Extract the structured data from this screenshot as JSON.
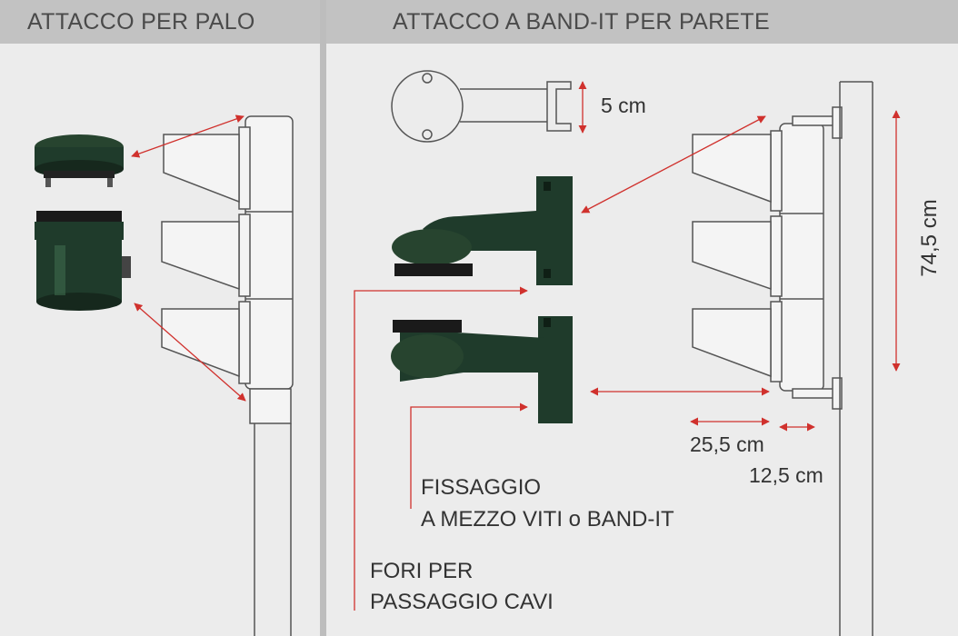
{
  "headers": {
    "left": "ATTACCO PER PALO",
    "right": "ATTACCO A BAND-IT PER PARETE"
  },
  "dimensions": {
    "clamp_gap": "5 cm",
    "height": "74,5 cm",
    "depth": "25,5 cm",
    "offset": "12,5 cm"
  },
  "labels": {
    "fixing_line1": "FISSAGGIO",
    "fixing_line2": "A MEZZO VITI o BAND-IT",
    "holes_line1": "FORI PER",
    "holes_line2": "PASSAGGIO CAVI"
  },
  "colors": {
    "arrow": "#d0312d",
    "hardware": "#1f3b2b",
    "outline": "#555555",
    "header_bg": "#c2c2c2",
    "panel_bg": "#ececec",
    "divider": "#bdbdbd"
  }
}
